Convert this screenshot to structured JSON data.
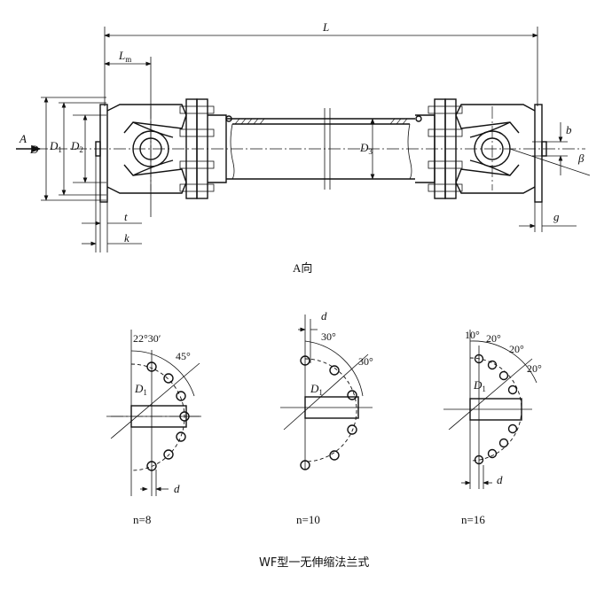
{
  "main_view": {
    "labels": {
      "L": "L",
      "Lm": "L",
      "Lm_sub": "m",
      "A": "A",
      "D": "D",
      "D1": "D",
      "D1_sub": "1",
      "D2": "D",
      "D2_sub": "2",
      "D3": "D",
      "D3_sub": "3",
      "t": "t",
      "k": "k",
      "b": "b",
      "beta": "β",
      "g": "g"
    }
  },
  "view_title": "A向",
  "flange_views": [
    {
      "n_label": "n=8",
      "angles": [
        "22°30′",
        "45°"
      ],
      "d": "d",
      "D1": "D",
      "D1_sub": "1"
    },
    {
      "n_label": "n=10",
      "angles": [
        "30°",
        "30°"
      ],
      "d": "d",
      "D1": "D",
      "D1_sub": "1"
    },
    {
      "n_label": "n=16",
      "angles": [
        "10°",
        "20°",
        "20°",
        "20°"
      ],
      "d": "d",
      "D1": "D",
      "D1_sub": "1"
    }
  ],
  "caption": "WF型一无伸缩法兰式"
}
